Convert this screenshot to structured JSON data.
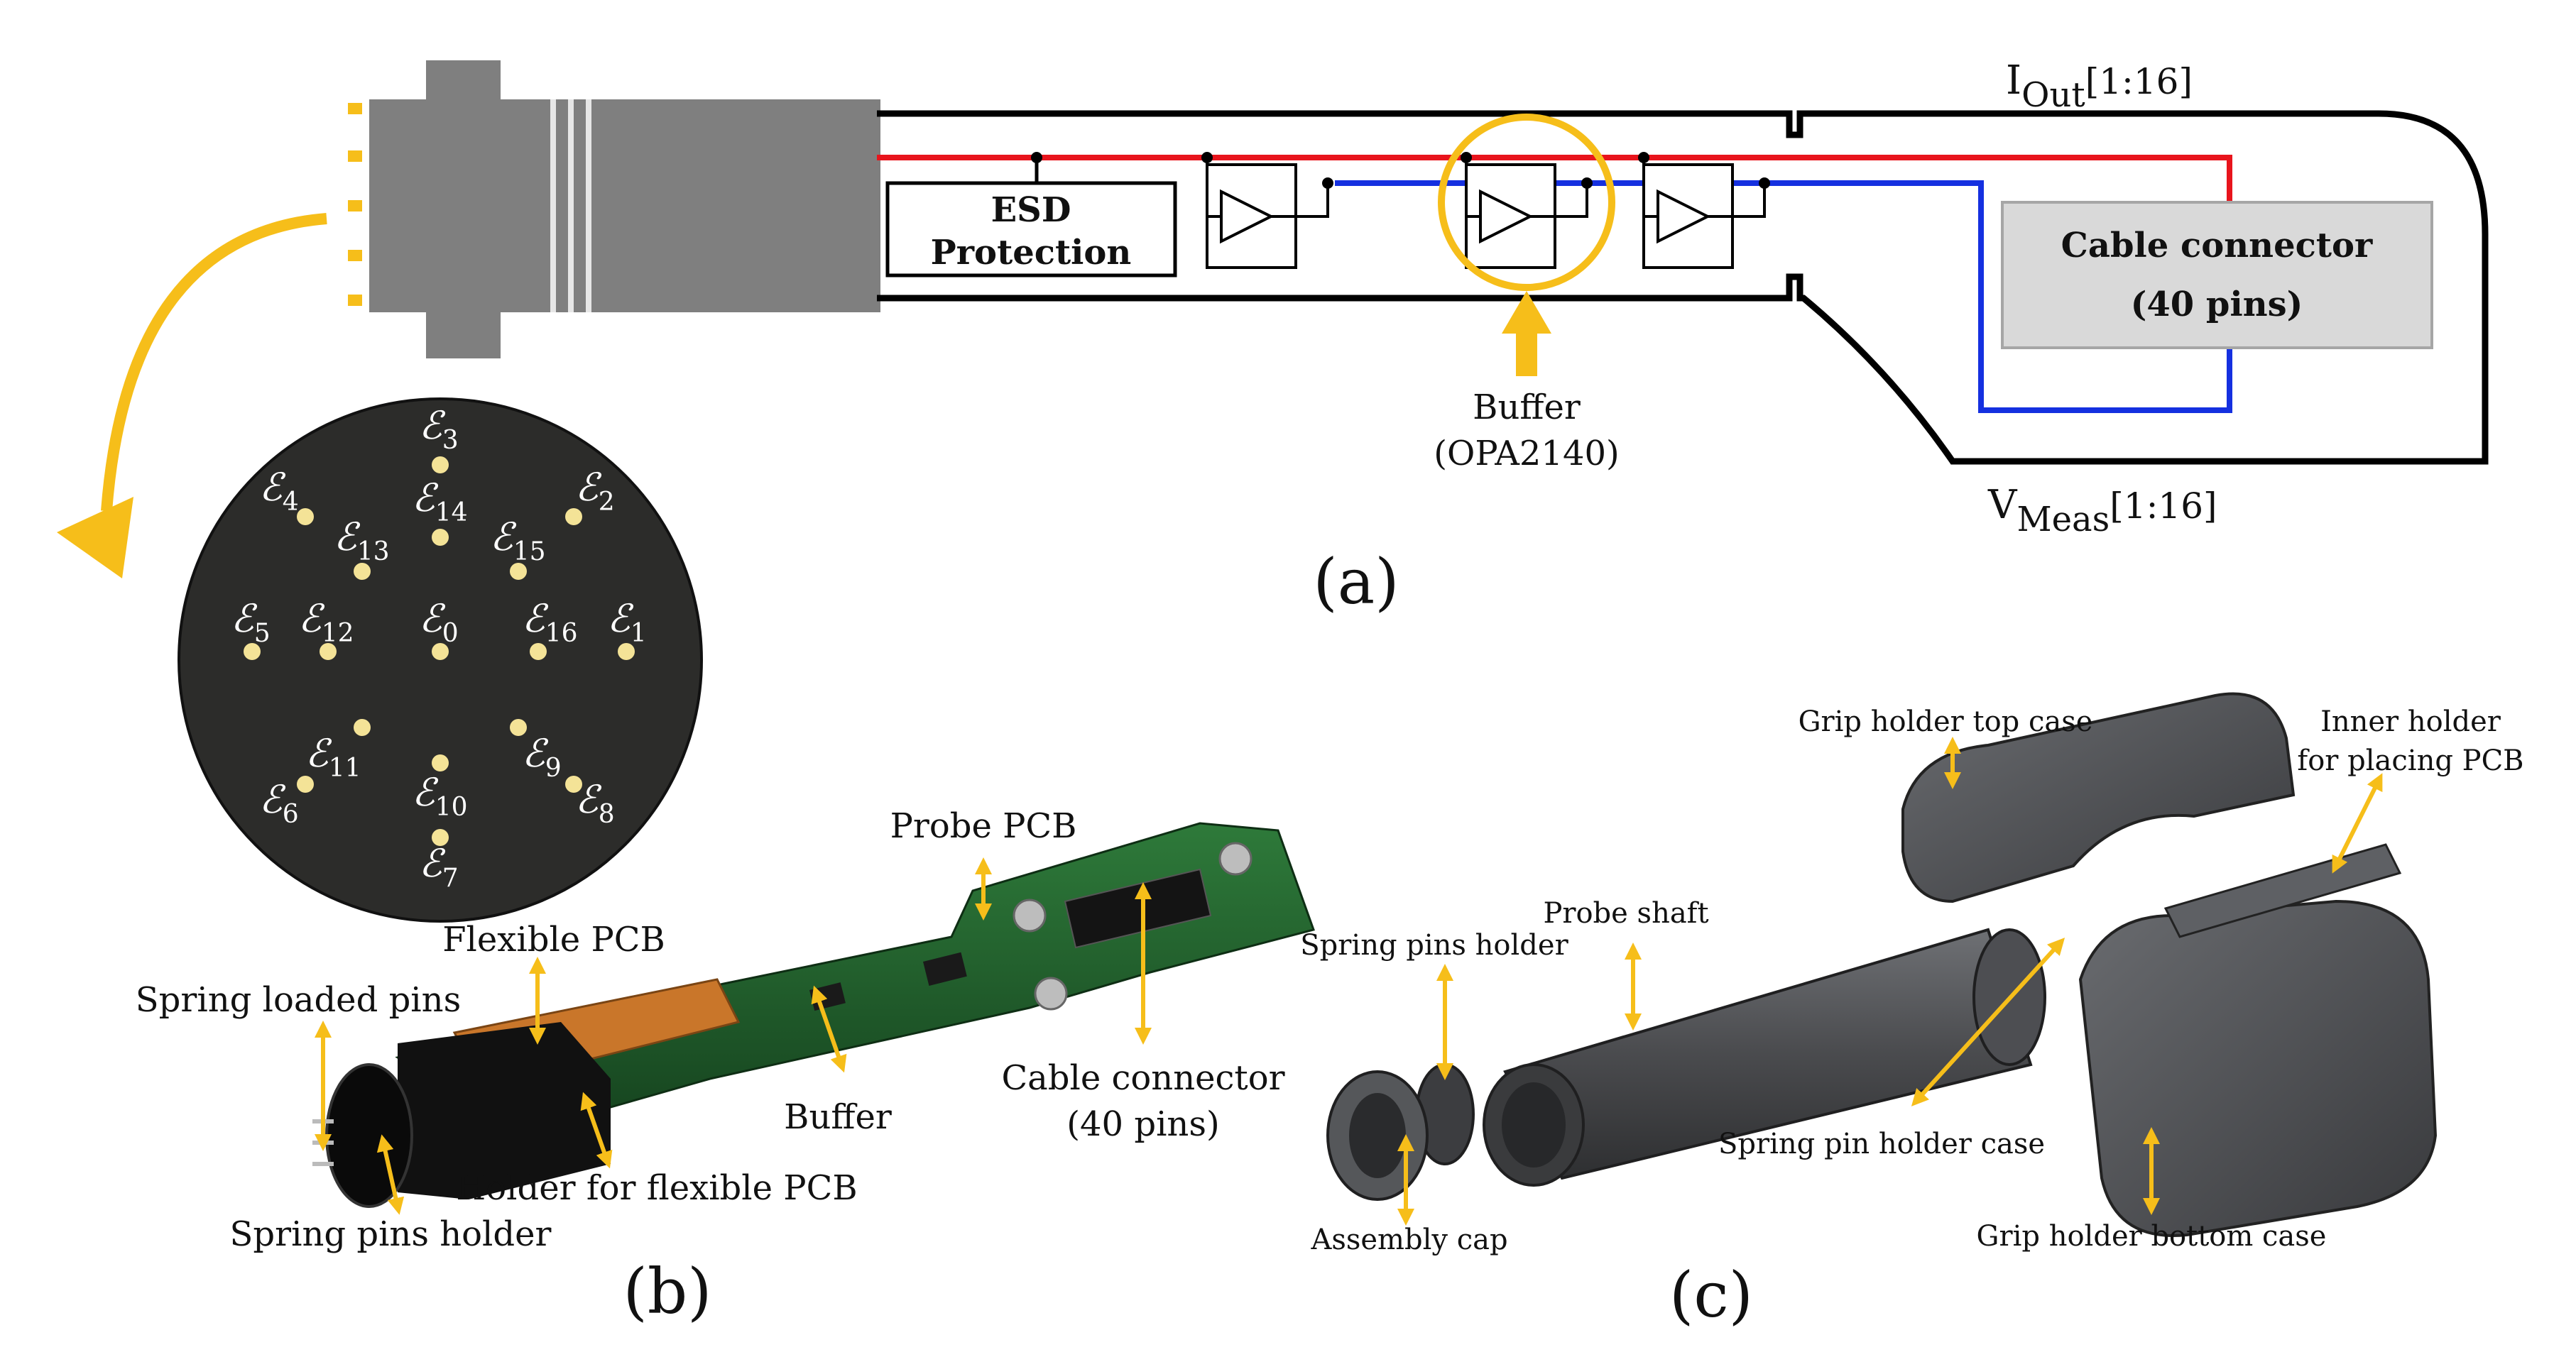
{
  "colors": {
    "accent": "#F6BE1A",
    "signal_red": "#E8141C",
    "signal_blue": "#1530E0",
    "probe_gray": "#7F7F7F",
    "head_dark": "#2C2C2A",
    "electrode": "#F4E397",
    "connector_fill": "#D9D9D9",
    "pcb_green": "#1E5A2A",
    "shaft_gray": "#4A4B4E"
  },
  "panel_a": {
    "caption": "(a)",
    "esd": {
      "line1": "ESD",
      "line2": "Protection"
    },
    "cable_connector": {
      "line1": "Cable connector",
      "line2": "(40 pins)"
    },
    "buffer": {
      "line1": "Buffer",
      "line2": "(OPA2140)"
    },
    "i_out": {
      "main": "I",
      "sub": "Out",
      "range": "[1:16]"
    },
    "v_meas": {
      "main": "V",
      "sub": "Meas",
      "range": "[1:16]"
    }
  },
  "electrodes": [
    {
      "id": "e3",
      "letter": "ℰ",
      "index": "3"
    },
    {
      "id": "e4",
      "letter": "ℰ",
      "index": "4"
    },
    {
      "id": "e14",
      "letter": "ℰ",
      "index": "14"
    },
    {
      "id": "e2",
      "letter": "ℰ",
      "index": "2"
    },
    {
      "id": "e13",
      "letter": "ℰ",
      "index": "13"
    },
    {
      "id": "e15",
      "letter": "ℰ",
      "index": "15"
    },
    {
      "id": "e5",
      "letter": "ℰ",
      "index": "5"
    },
    {
      "id": "e12",
      "letter": "ℰ",
      "index": "12"
    },
    {
      "id": "e0",
      "letter": "ℰ",
      "index": "0"
    },
    {
      "id": "e16",
      "letter": "ℰ",
      "index": "16"
    },
    {
      "id": "e1",
      "letter": "ℰ",
      "index": "1"
    },
    {
      "id": "e11",
      "letter": "ℰ",
      "index": "11"
    },
    {
      "id": "e9",
      "letter": "ℰ",
      "index": "9"
    },
    {
      "id": "e6",
      "letter": "ℰ",
      "index": "6"
    },
    {
      "id": "e10",
      "letter": "ℰ",
      "index": "10"
    },
    {
      "id": "e8",
      "letter": "ℰ",
      "index": "8"
    },
    {
      "id": "e7",
      "letter": "ℰ",
      "index": "7"
    }
  ],
  "panel_b": {
    "caption": "(b)",
    "labels": {
      "probe_pcb": "Probe PCB",
      "flexible_pcb": "Flexible PCB",
      "spring_loaded_pins": "Spring loaded pins",
      "buffer": "Buffer",
      "cable_connector_1": "Cable connector",
      "cable_connector_2": "(40 pins)",
      "holder_flexible_pcb": "Holder for flexible PCB",
      "spring_pins_holder": "Spring pins holder"
    }
  },
  "panel_c": {
    "caption": "(c)",
    "labels": {
      "grip_top_case": "Grip holder top case",
      "inner_holder_1": "Inner holder",
      "inner_holder_2": "for placing PCB",
      "probe_shaft": "Probe shaft",
      "spring_pins_holder": "Spring pins holder",
      "spring_pin_holder_case": "Spring pin holder case",
      "grip_bottom_case": "Grip holder bottom case",
      "assembly_cap": "Assembly cap"
    }
  }
}
